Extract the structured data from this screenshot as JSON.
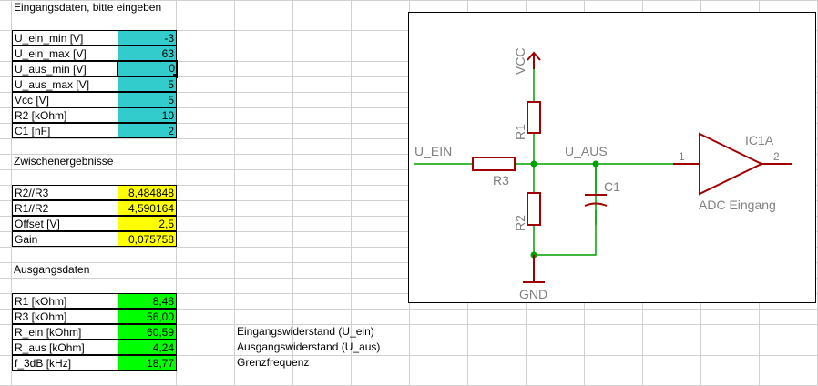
{
  "sections": {
    "input_title": "Eingangsdaten, bitte eingeben",
    "intermediate_title": "Zwischenergebnisse",
    "output_title": "Ausgangsdaten"
  },
  "inputs": [
    {
      "label": "U_ein_min [V]",
      "value": "-3"
    },
    {
      "label": "U_ein_max [V]",
      "value": "63"
    },
    {
      "label": "U_aus_min [V]",
      "value": "0"
    },
    {
      "label": "U_aus_max [V]",
      "value": "5"
    },
    {
      "label": "Vcc [V]",
      "value": "5"
    },
    {
      "label": "R2 [kOhm]",
      "value": "10"
    },
    {
      "label": "C1 [nF]",
      "value": "2"
    }
  ],
  "intermediate": [
    {
      "label": "R2//R3",
      "value": "8,484848"
    },
    {
      "label": "R1//R2",
      "value": "4,590164"
    },
    {
      "label": "Offset [V]",
      "value": "2,5"
    },
    {
      "label": "Gain",
      "value": "0,075758"
    }
  ],
  "outputs": [
    {
      "label": "R1 [kOhm]",
      "value": "8,48",
      "note": ""
    },
    {
      "label": "R3  [kOhm]",
      "value": "56,00",
      "note": ""
    },
    {
      "label": "R_ein [kOhm]",
      "value": "60,59",
      "note": "Eingangswiderstand (U_ein)"
    },
    {
      "label": "R_aus [kOhm]",
      "value": "4,24",
      "note": "Ausgangswiderstand (U_aus)"
    },
    {
      "label": "f_3dB [kHz]",
      "value": "18,77",
      "note": "Grenzfrequenz"
    }
  ],
  "schematic": {
    "vcc": "VCC",
    "u_ein": "U_EIN",
    "u_aus": "U_AUS",
    "r1": "R1",
    "r2": "R2",
    "r3": "R3",
    "c1": "C1",
    "gnd": "GND",
    "ic": "IC1A",
    "pin1": "1",
    "pin2": "2",
    "adc": "ADC Eingang"
  },
  "colors": {
    "input_fill": "#33cccc",
    "intermediate_fill": "#ffff00",
    "output_fill": "#00ff00",
    "wire": "#00a000",
    "component": "#a00000",
    "label": "#808080"
  }
}
